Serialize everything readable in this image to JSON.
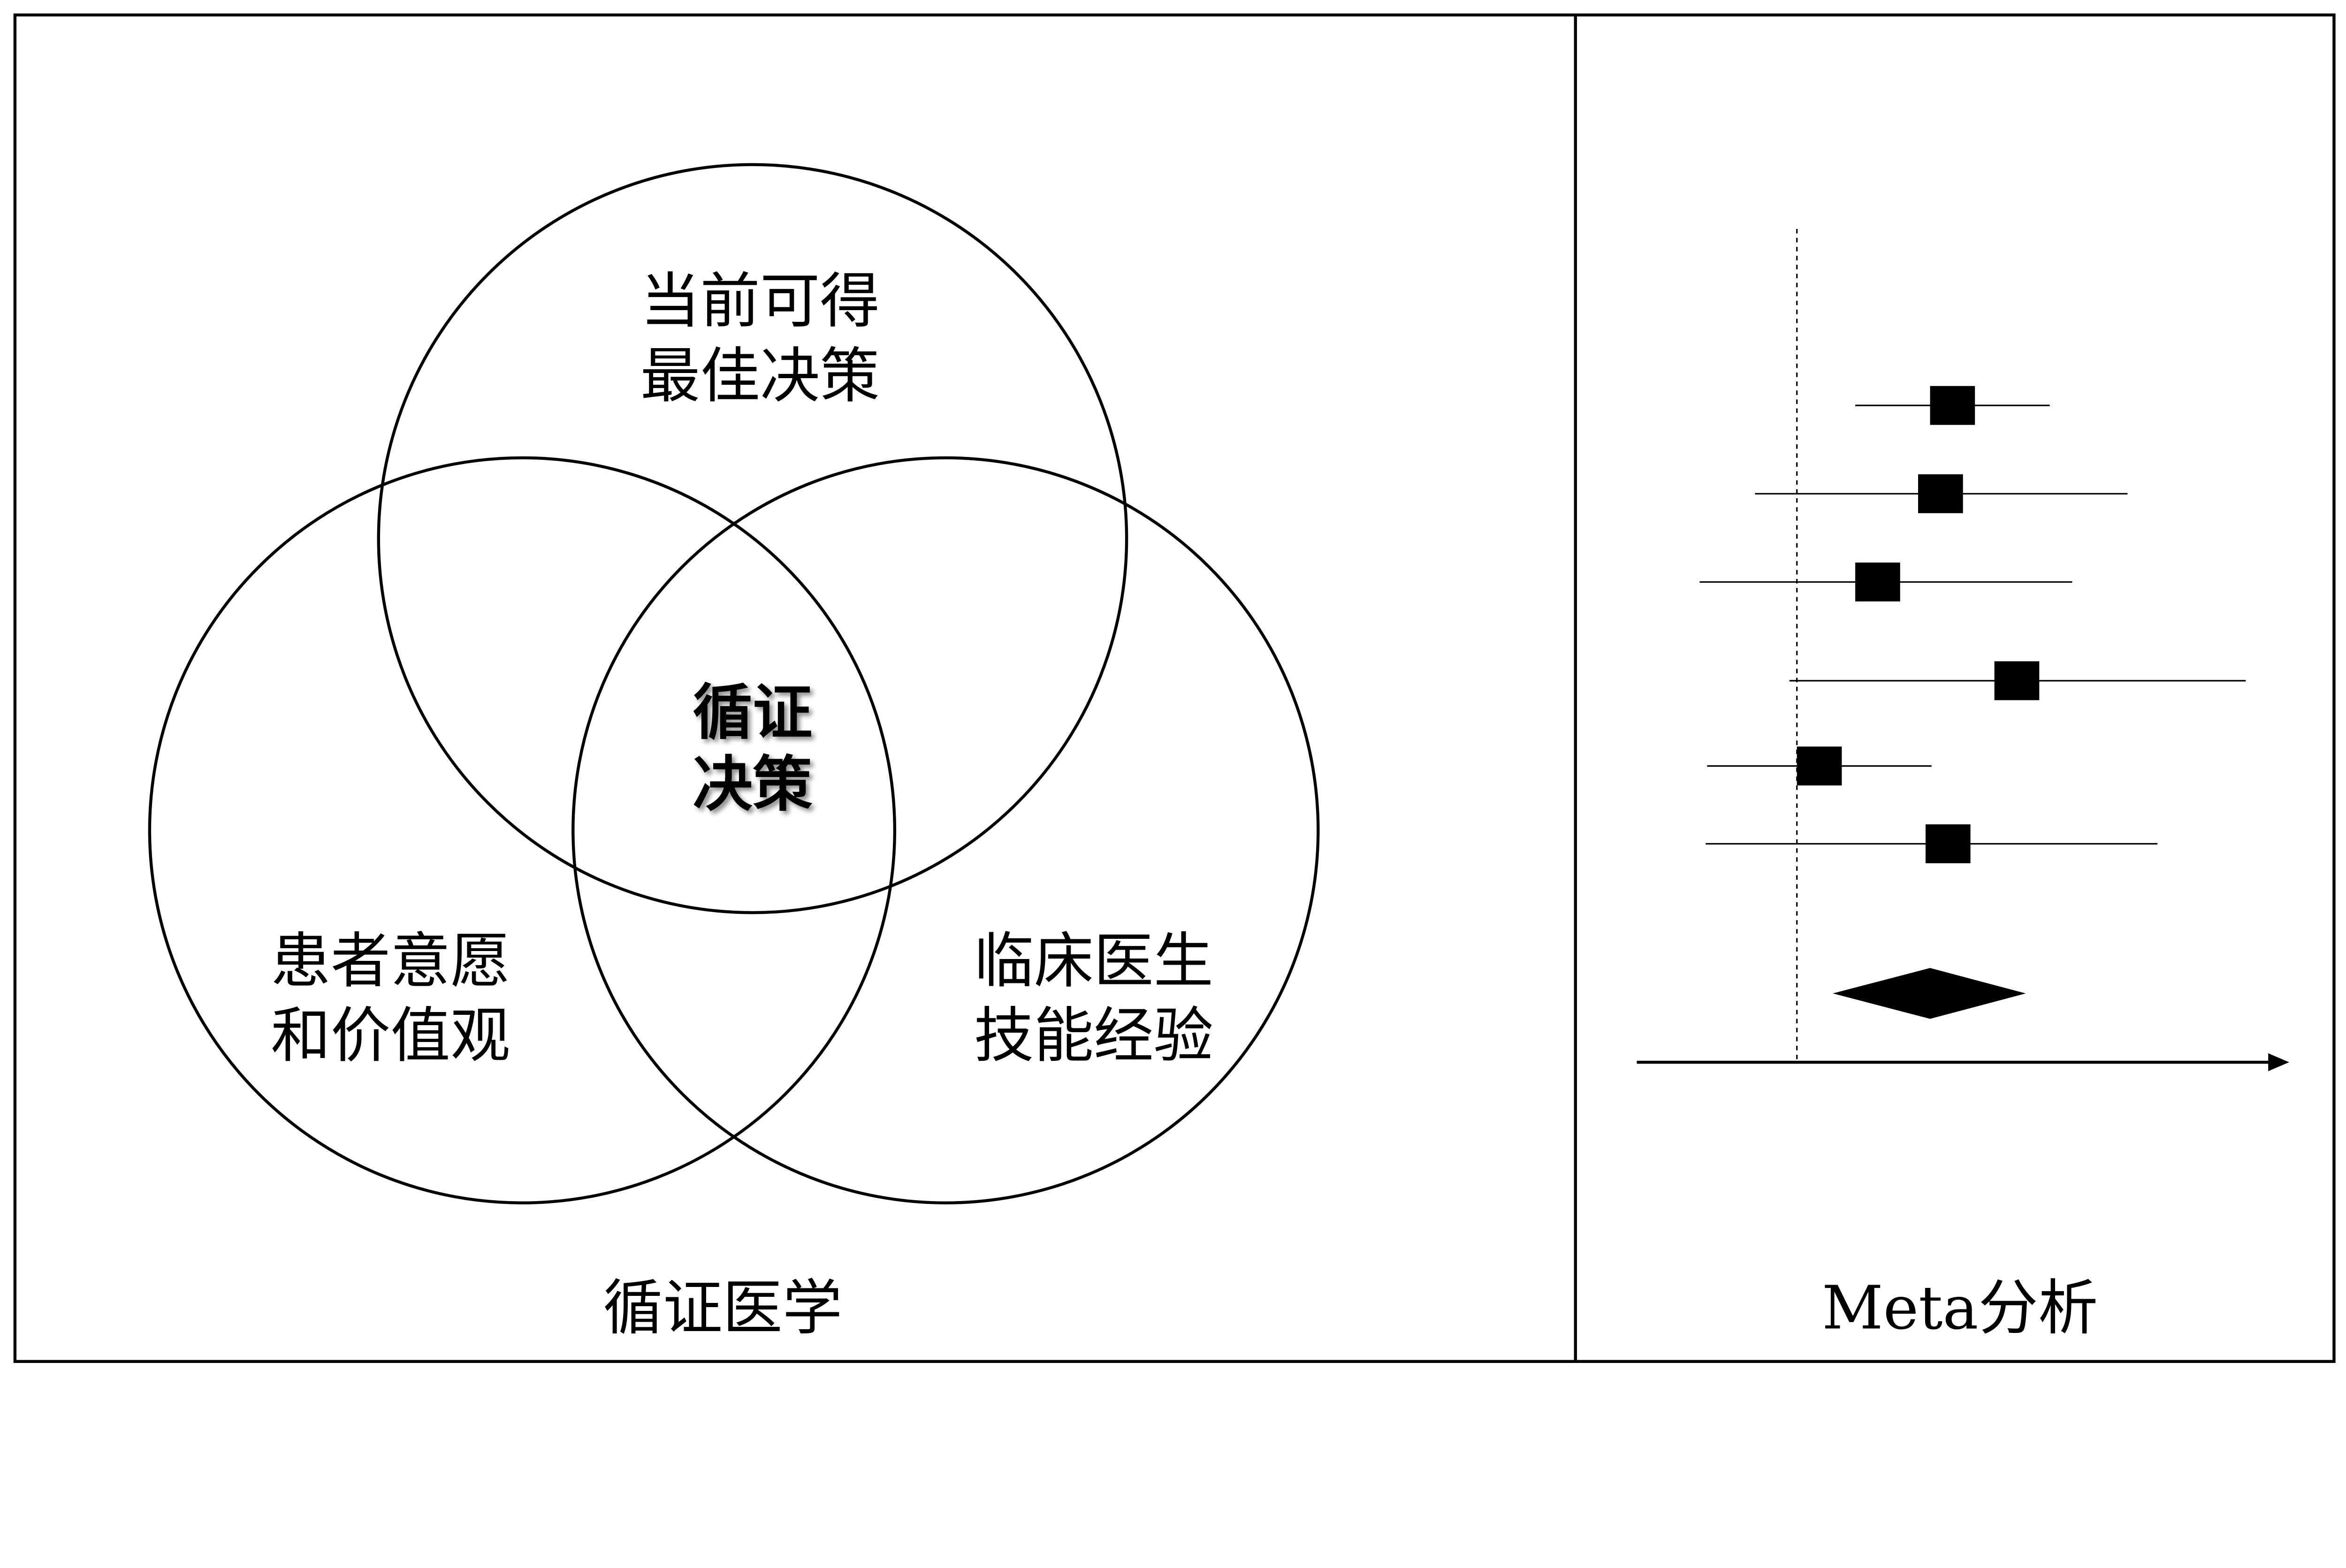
{
  "venn": {
    "top_label": [
      "当前可得",
      "最佳决策"
    ],
    "left_label": [
      "患者意愿",
      "和价值观"
    ],
    "right_label": [
      "临床医生",
      "技能经验"
    ],
    "center_label": [
      "循证",
      "决策"
    ],
    "caption": "循证医学"
  },
  "forest": {
    "caption": "Meta分析",
    "null_value": 0,
    "studies": [
      {
        "estimate": 1.04,
        "lower": 0.39,
        "upper": 1.69
      },
      {
        "estimate": 0.96,
        "lower": -0.28,
        "upper": 2.21
      },
      {
        "estimate": 0.54,
        "lower": -0.65,
        "upper": 1.84
      },
      {
        "estimate": 1.47,
        "lower": -0.05,
        "upper": 3.0
      },
      {
        "estimate": 0.15,
        "lower": -0.6,
        "upper": 0.9
      },
      {
        "estimate": 1.01,
        "lower": -0.61,
        "upper": 2.41
      }
    ],
    "pooled": {
      "estimate": 0.89,
      "lower": 0.24,
      "upper": 1.53
    }
  },
  "colors": {
    "line": "#000000",
    "background": "#ffffff"
  }
}
